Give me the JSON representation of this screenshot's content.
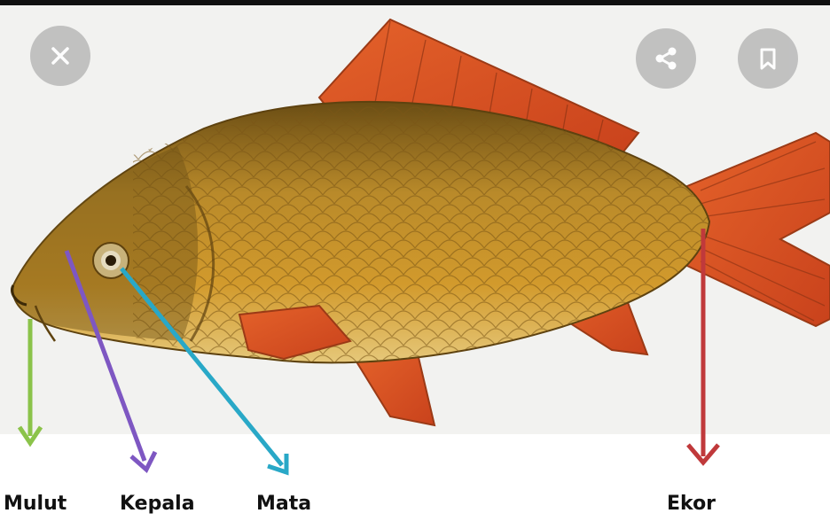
{
  "labels": {
    "mulut": "Mulut",
    "kepala": "Kepala",
    "mata": "Mata",
    "ekor": "Ekor"
  },
  "buttons": {
    "close_icon": "close-icon",
    "share_icon": "share-icon",
    "bookmark_icon": "bookmark-icon"
  },
  "colors": {
    "mulut_arrow": "#8bc34a",
    "kepala_arrow": "#7e57c2",
    "mata_arrow": "#29a8c7",
    "ekor_arrow": "#c0393b",
    "button_bg": "#bdbdbd"
  }
}
